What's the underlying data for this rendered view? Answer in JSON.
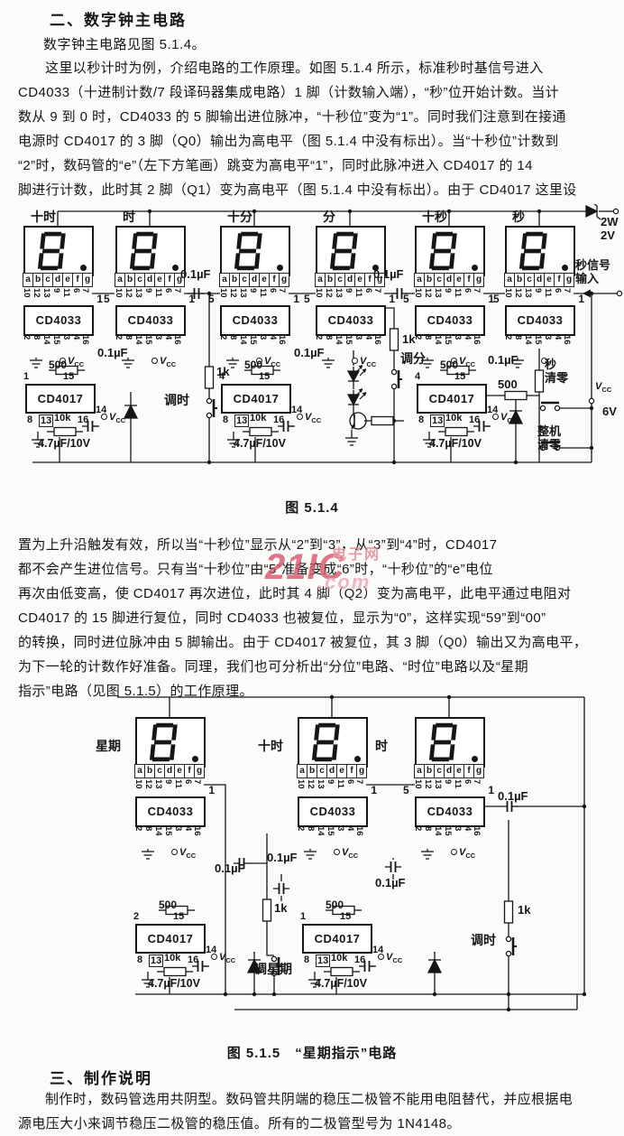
{
  "headings": {
    "h1": "二、数字钟主电路",
    "h2": "三、制作说明"
  },
  "paragraphs": {
    "intro": "数字钟主电路见图 5.1.4。",
    "p1": [
      "这里以秒计时为例，介绍电路的工作原理。如图 5.1.4 所示，标准秒时基信号进入",
      "CD4033（十进制计数/7 段译码器集成电路）1 脚（计数输入端），“秒”位开始计数。当计",
      "数从 9 到 0 时，CD4033 的 5 脚输出进位脉冲，“十秒位”变为“1”。同时我们注意到在接通",
      "电源时 CD4017 的 3 脚（Q0）输出为高电平（图 5.1.4 中没有标出）。当“十秒位”计数到",
      "“2”时，数码管的“e”（左下方笔画）跳变为高电平“1”，同时此脉冲进入 CD4017 的 14",
      "脚进行计数，此时其 2 脚（Q1）变为高电平（图 5.1.4 中没有标出）。由于 CD4017 这里设"
    ],
    "p2": [
      "置为上升沿触发有效，所以当“十秒位”显示从“2”到“3”，从“3”到“4”时，CD4017",
      "都不会产生进位信号。只有当“十秒位”由“5”准备变成“6”时，“十秒位”的“e”电位",
      "再次由低变高，使 CD4017 再次进位，此时其 4 脚（Q2）变为高电平，此电平通过电阻对",
      "CD4017 的 15 脚进行复位，同时 CD4033 也被复位，显示为“0”，这样实现“59”到“00”",
      "的转换，同时进位脉冲由 5 脚输出。由于 CD4017 被复位，其 3 脚（Q0）输出又为高电平，",
      "为下一轮的计数作好准备。同理，我们也可分析出“分位”电路、“时位”电路以及“星期",
      "指示”电路（见图 5.1.5）的工作原理。"
    ],
    "p3": [
      "制作时，数码管选用共阴型。数码管共阴端的稳压二极管不能用电阻替代，并应根据电",
      "源电压大小来调节稳压二极管的稳压值。所有的二极管型号为 1N4148。"
    ]
  },
  "watermark": {
    "big": "21IC",
    "cn": "电子网",
    "com": ".com"
  },
  "vcc": {
    "v": "V",
    "s": "CC"
  },
  "fig1": {
    "caption": "图 5.1.4",
    "units": [
      {
        "label": "十时",
        "chip": "CD4033",
        "rp": "1",
        "seg": [
          "a",
          "b",
          "c",
          "d",
          "e",
          "f",
          "g"
        ],
        "nums": [
          "10",
          "12",
          "13",
          "9",
          "11",
          "6",
          "7"
        ],
        "bottom": [
          "2",
          "8",
          "14",
          "15",
          "3",
          "4",
          "16"
        ],
        "vcc": {
          "v": "V",
          "s": "CC"
        }
      },
      {
        "label": "时",
        "chip": "CD4033",
        "lp": "5",
        "rp": "1",
        "seg": [
          "a",
          "b",
          "c",
          "d",
          "e",
          "f",
          "g"
        ],
        "nums": [
          "10",
          "12",
          "13",
          "9",
          "11",
          "6",
          "7"
        ],
        "bottom": [
          "2",
          "8",
          "14",
          "15",
          "3",
          "4",
          "16"
        ],
        "vcc": {
          "v": "V",
          "s": "CC"
        }
      },
      {
        "label": "十分",
        "chip": "CD4033",
        "lp": "5",
        "rp": "1",
        "seg": [
          "a",
          "b",
          "c",
          "d",
          "e",
          "f",
          "g"
        ],
        "nums": [
          "10",
          "12",
          "13",
          "9",
          "11",
          "6",
          "7"
        ],
        "bottom": [
          "2",
          "8",
          "14",
          "15",
          "3",
          "4",
          "16"
        ],
        "vcc": {
          "v": "V",
          "s": "CC"
        }
      },
      {
        "label": "分",
        "chip": "CD4033",
        "lp": "5",
        "rp": "1",
        "seg": [
          "a",
          "b",
          "c",
          "d",
          "e",
          "f",
          "g"
        ],
        "nums": [
          "10",
          "12",
          "13",
          "9",
          "11",
          "6",
          "7"
        ],
        "bottom": [
          "2",
          "8",
          "14",
          "15",
          "3",
          "4",
          "16"
        ],
        "vcc": {
          "v": "V",
          "s": "CC"
        }
      },
      {
        "label": "十秒",
        "chip": "CD4033",
        "lp": "5",
        "rp": "1",
        "seg": [
          "a",
          "b",
          "c",
          "d",
          "e",
          "f",
          "g"
        ],
        "nums": [
          "10",
          "12",
          "13",
          "9",
          "11",
          "6",
          "7"
        ],
        "bottom": [
          "2",
          "8",
          "14",
          "15",
          "3",
          "4",
          "16"
        ],
        "vcc": {
          "v": "V",
          "s": "CC"
        }
      },
      {
        "label": "秒",
        "chip": "CD4033",
        "lp": "5",
        "rp": "1",
        "seg": [
          "a",
          "b",
          "c",
          "d",
          "e",
          "f",
          "g"
        ],
        "nums": [
          "10",
          "12",
          "13",
          "9",
          "11",
          "6",
          "7"
        ],
        "bottom": [
          "2",
          "8",
          "14",
          "15",
          "3",
          "4",
          "16"
        ]
      }
    ],
    "counters": [
      {
        "res": "500",
        "tl": "1",
        "tr": "15",
        "chip": "CD4017",
        "pr": "14",
        "b1": "8",
        "b2": "13",
        "rmid": "10k",
        "b3": "16",
        "cap": "4.7µF/10V",
        "vcc": {
          "v": "V",
          "s": "CC"
        }
      },
      {
        "res": "500",
        "tl": "4",
        "tr": "15",
        "chip": "CD4017",
        "pr": "14",
        "b1": "8",
        "b2": "13",
        "rmid": "10k",
        "b3": "16",
        "cap": "4.7µF/10V",
        "vcc": {
          "v": "V",
          "s": "CC"
        }
      },
      {
        "res": "500",
        "tl": "4",
        "tr": "15",
        "chip": "CD4017",
        "pr": "14",
        "b1": "8",
        "b2": "13",
        "rmid": "10k",
        "b3": "16",
        "cap": "4.7µF/10V",
        "vcc": {
          "v": "V",
          "s": "CC"
        }
      }
    ],
    "anns": [
      "0.1µF",
      "0.1µF",
      "0.1µF",
      "0.1µF",
      "0.1µF",
      "1k",
      "调时",
      "1k",
      "调分",
      "500",
      "秒\n清零",
      "整机\n清零",
      "6V",
      "2W",
      "2V",
      "秒信号\n输入"
    ]
  },
  "fig2": {
    "caption": "图 5.1.5　“星期指示”电路",
    "units": [
      {
        "label": "星期",
        "chip": "CD4033",
        "rp": "1",
        "seg": [
          "a",
          "b",
          "c",
          "d",
          "e",
          "f",
          "g"
        ],
        "nums": [
          "10",
          "12",
          "13",
          "9",
          "11",
          "6",
          "7"
        ],
        "bottom": [
          "2",
          "8",
          "14",
          "15",
          "3",
          "4",
          "16"
        ],
        "vcc": {
          "v": "V",
          "s": "CC"
        }
      },
      {
        "label": "十时",
        "chip": "CD4033",
        "rp": "1",
        "seg": [
          "a",
          "b",
          "c",
          "d",
          "e",
          "f",
          "g"
        ],
        "nums": [
          "10",
          "12",
          "13",
          "9",
          "11",
          "6",
          "7"
        ],
        "bottom": [
          "2",
          "8",
          "14",
          "15",
          "3",
          "4",
          "16"
        ],
        "vcc": {
          "v": "V",
          "s": "CC"
        }
      },
      {
        "label": "时",
        "chip": "CD4033",
        "lp": "5",
        "rp": "1",
        "seg": [
          "a",
          "b",
          "c",
          "d",
          "e",
          "f",
          "g"
        ],
        "nums": [
          "10",
          "12",
          "13",
          "9",
          "11",
          "6",
          "7"
        ],
        "bottom": [
          "2",
          "8",
          "14",
          "15",
          "3",
          "4",
          "16"
        ],
        "vcc": {
          "v": "V",
          "s": "CC"
        }
      }
    ],
    "counters": [
      {
        "res": "500",
        "tl": "2",
        "tr": "15",
        "chip": "CD4017",
        "pr": "14",
        "b1": "8",
        "b2": "13",
        "rmid": "10k",
        "b3": "16",
        "cap": "4.7µF/10V",
        "vcc": {
          "v": "V",
          "s": "CC"
        }
      },
      {
        "res": "500",
        "tl": "1",
        "tr": "15",
        "chip": "CD4017",
        "pr": "14",
        "b1": "8",
        "b2": "13",
        "rmid": "10k",
        "b3": "16",
        "cap": "4.7µF/10V",
        "vcc": {
          "v": "V",
          "s": "CC"
        }
      }
    ],
    "anns": [
      "0.1µF",
      "0.1µF",
      "0.1µF",
      "0.1µF",
      "1k",
      "1k",
      "调星期",
      "调时"
    ]
  }
}
